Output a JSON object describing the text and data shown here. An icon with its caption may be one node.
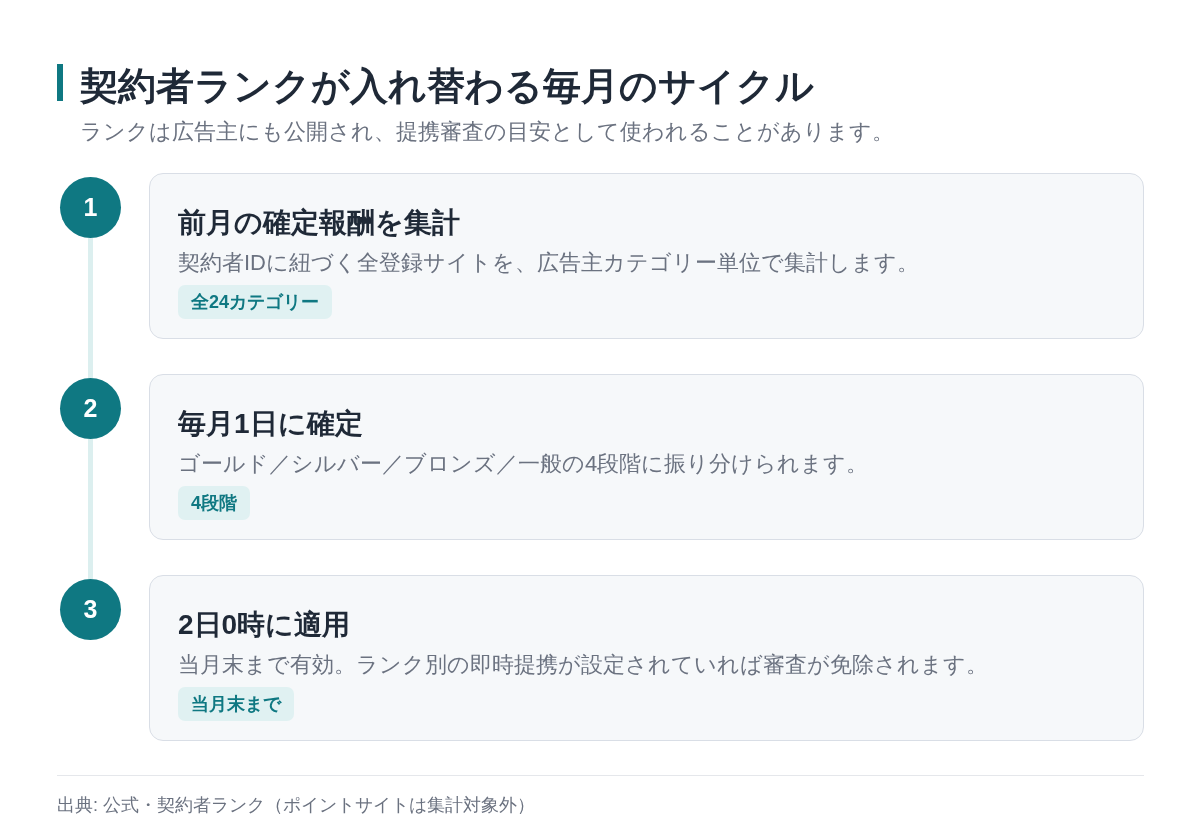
{
  "diagram": {
    "title": "契約者ランクが入れ替わる毎月のサイクル",
    "nodes": [
      {
        "text": [
          "1"
        ]
      },
      {
        "text": [
          "前月の確定報酬を集計",
          "契約者IDに紐づく全登録サイトを、広告主カテゴリー単位で集計します。"
        ]
      },
      {
        "text": [
          "全24カテゴリー"
        ],
        "in": 1
      },
      {
        "text": [
          "2"
        ]
      },
      {
        "text": [
          "毎月1日に確定",
          "ゴールド／シルバー／ブロンズ／一般の4段階に振り分けられます。"
        ]
      },
      {
        "text": [
          "4段階"
        ],
        "in": 4
      },
      {
        "text": [
          "3"
        ]
      },
      {
        "text": [
          "2日0時に適用",
          "当月末まで有効。ランク別の即時提携が設定されていれば審査が免除されます。"
        ]
      },
      {
        "text": [
          "当月末まで"
        ],
        "in": 7
      }
    ],
    "edges": [
      {
        "from": 0,
        "to": 3,
        "arrow": "none"
      },
      {
        "from": 3,
        "to": 6,
        "arrow": "none"
      }
    ],
    "labels": [
      "ランクは広告主にも公開され、提携審査の目安として使われることがあります。",
      "出典: 公式・契約者ランク（ポイントサイトは集計対象外）"
    ]
  }
}
